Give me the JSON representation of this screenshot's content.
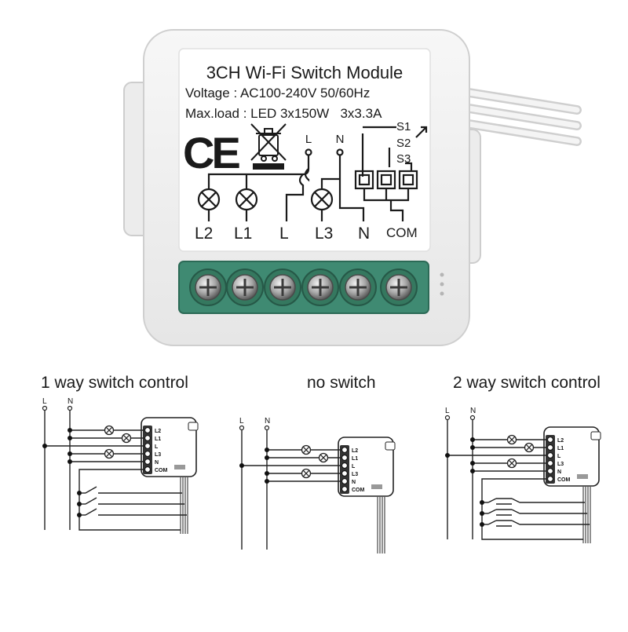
{
  "module": {
    "title": "3CH Wi-Fi Switch Module",
    "voltage": "Voltage : AC100-240V 50/60Hz",
    "max_load": "Max.load : LED 3x150W   3x3.3A",
    "ce_mark": "CE",
    "line_label": "L",
    "neutral_label": "N",
    "switch_labels": [
      "S1",
      "S2",
      "S3"
    ],
    "bottom_labels": [
      "L2",
      "L1",
      "L",
      "L3",
      "N",
      "COM"
    ],
    "colors": {
      "body": "#f3f3f3",
      "label_bg": "#ffffff",
      "terminal": "#3f8a72",
      "screw": "#9a9a9a",
      "ink": "#1a1a1a"
    }
  },
  "diagrams": [
    {
      "caption": "1 way switch control",
      "supply_labels": [
        "L",
        "N"
      ],
      "pin_labels": [
        "L2",
        "L1",
        "L",
        "L3",
        "N",
        "COM"
      ]
    },
    {
      "caption": "no switch",
      "supply_labels": [
        "L",
        "N"
      ],
      "pin_labels": [
        "L2",
        "L1",
        "L",
        "L3",
        "N",
        "COM"
      ]
    },
    {
      "caption": "2 way switch control",
      "supply_labels": [
        "L",
        "N"
      ],
      "pin_labels": [
        "L2",
        "L1",
        "L",
        "L3",
        "N",
        "COM"
      ]
    }
  ]
}
